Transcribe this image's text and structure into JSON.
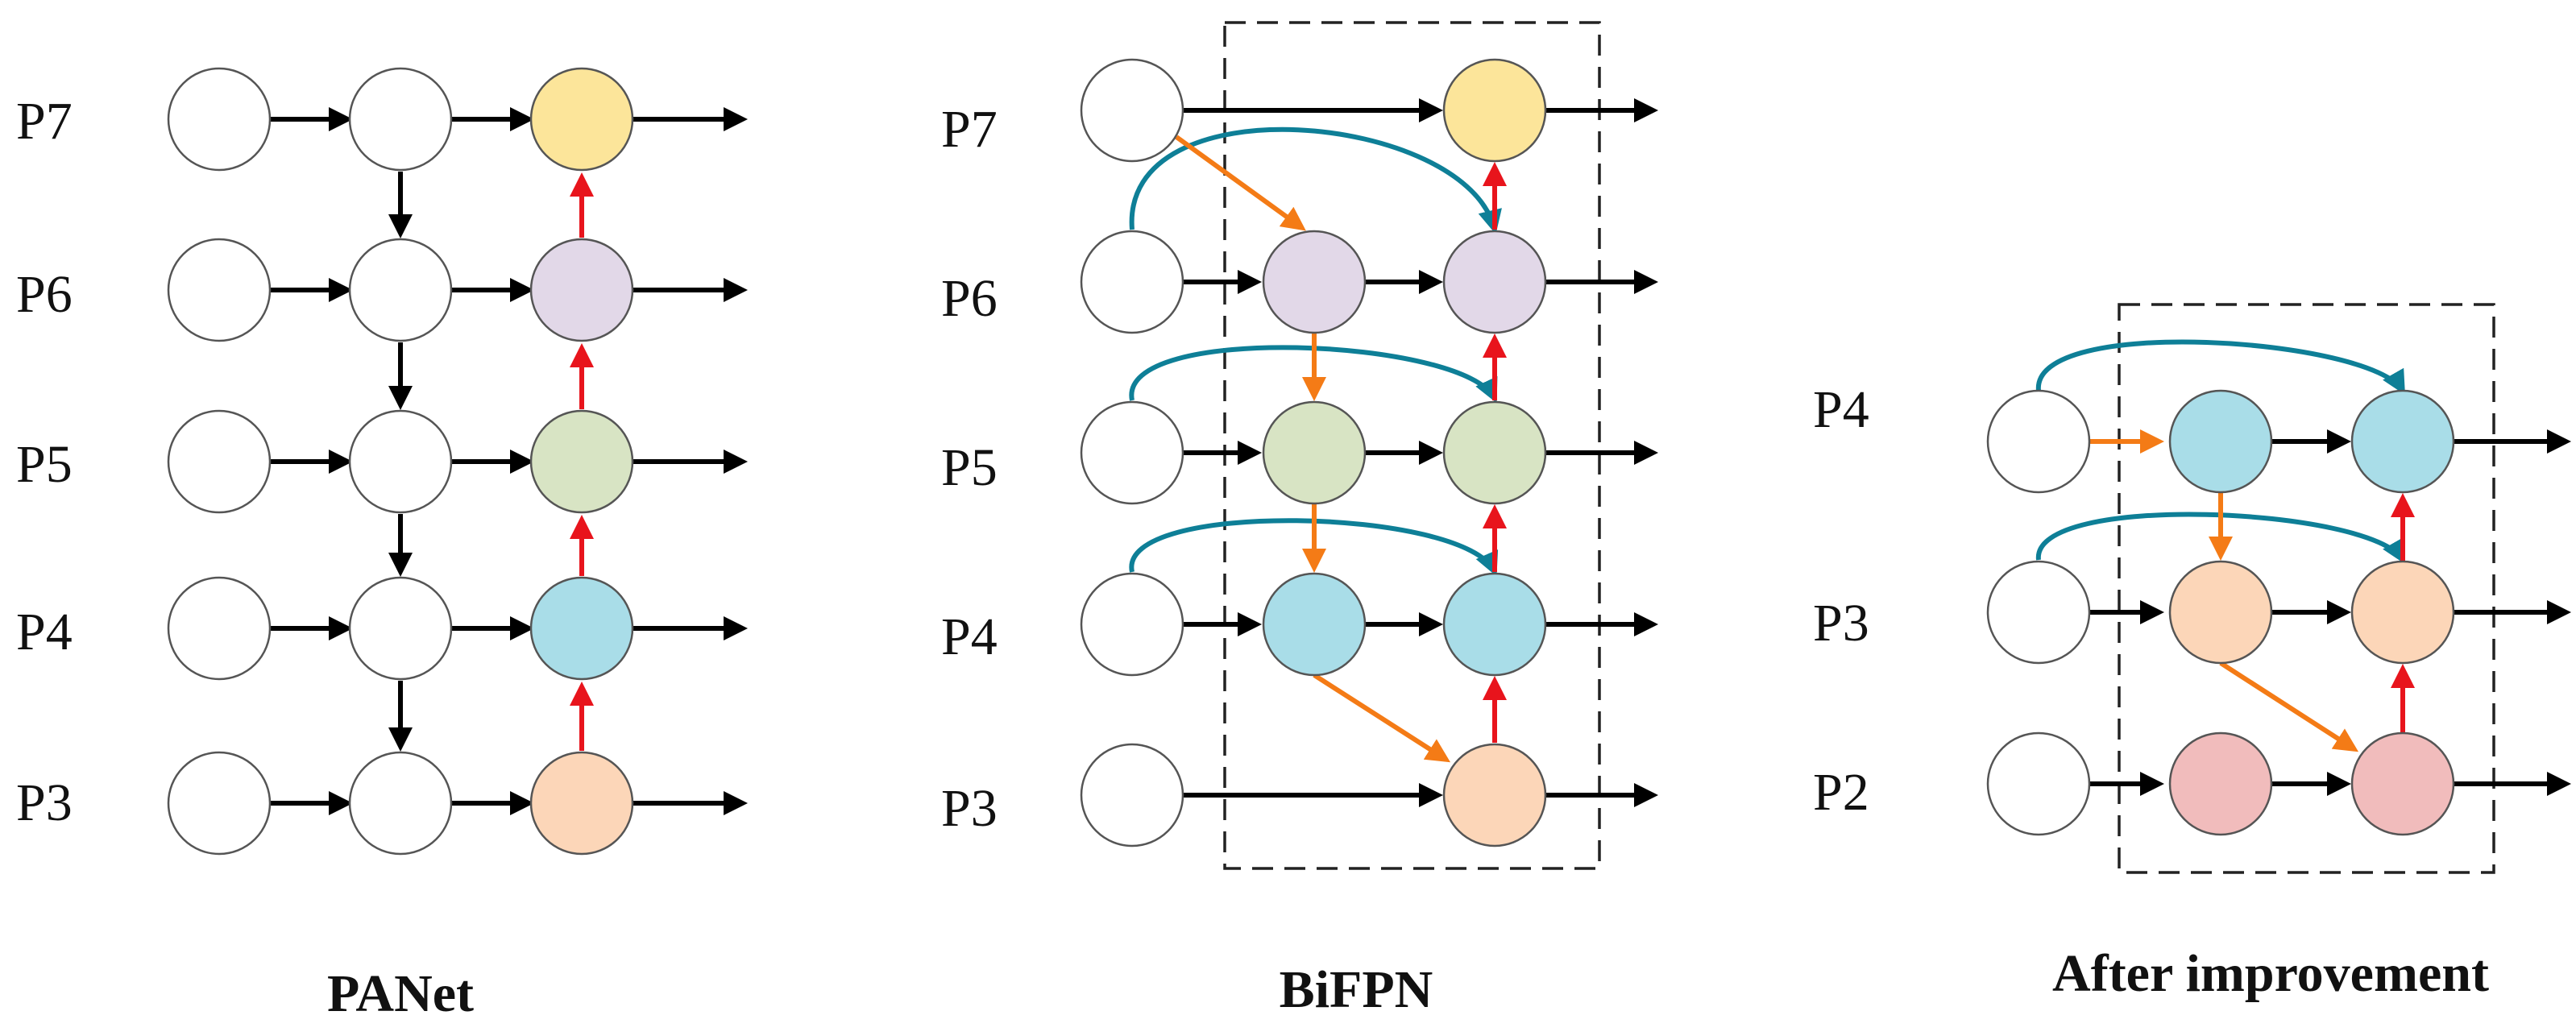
{
  "panels": [
    {
      "title": "PANet",
      "levels": [
        "P7",
        "P6",
        "P5",
        "P4",
        "P3"
      ]
    },
    {
      "title": "BiFPN",
      "levels": [
        "P7",
        "P6",
        "P5",
        "P4",
        "P3"
      ]
    },
    {
      "title": "After improvement",
      "levels": [
        "P4",
        "P3",
        "P2"
      ]
    }
  ],
  "colors": {
    "P7": "#fce59a",
    "P6": "#e2d8e8",
    "P5": "#d8e4c4",
    "P4": "#a9dde8",
    "P3": "#fcd6b8",
    "P2": "#f1bcbc",
    "input": "#ffffff",
    "lateral_edge": "#000000",
    "bottom_up_edge": "#e8141c",
    "top_down_edge": "#f47b16",
    "skip_edge": "#0e7f97"
  }
}
